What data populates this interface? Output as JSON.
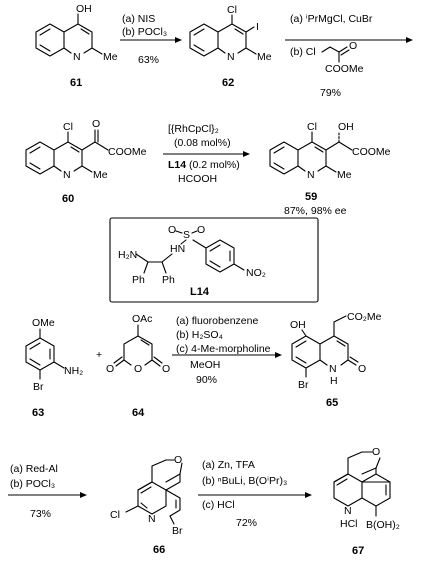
{
  "row1": {
    "cmpd61": {
      "label": "61",
      "atoms": {
        "oh": "OH",
        "n": "N",
        "me": "Me"
      }
    },
    "step1": {
      "a": "(a) NIS",
      "b": "(b) POCl₃",
      "yield": "63%"
    },
    "cmpd62": {
      "label": "62",
      "atoms": {
        "cl": "Cl",
        "i": "I",
        "n": "N",
        "me": "Me"
      }
    },
    "step2": {
      "a": "(a) ⁱPrMgCl, CuBr",
      "b": "(b) Cl",
      "b_rest": "COOMe",
      "yield": "79%"
    }
  },
  "row2": {
    "cmpd60": {
      "label": "60",
      "atoms": {
        "cl": "Cl",
        "o": "O",
        "coome": "COOMe",
        "n": "N",
        "me": "Me"
      }
    },
    "step3": {
      "cat": "[{RhCpCl}₂",
      "cat_loading": "(0.08 mol%)",
      "ligand": "L14",
      "ligand_loading": "(0.2 mol%)",
      "acid": "HCOOH"
    },
    "cmpd59": {
      "label": "59",
      "atoms": {
        "cl": "Cl",
        "oh": "OH",
        "coome": "COOMe",
        "n": "N",
        "me": "Me"
      },
      "result": "87%, 98% ee"
    }
  },
  "ligand": {
    "label": "L14",
    "atoms": {
      "s": "S",
      "o1": "O",
      "o2": "O",
      "h2n": "H₂N",
      "hn": "HN",
      "ph1": "Ph",
      "ph2": "Ph",
      "no2": "NO₂"
    }
  },
  "row3": {
    "cmpd63": {
      "label": "63",
      "atoms": {
        "ome": "OMe",
        "nh2": "NH₂",
        "br": "Br"
      }
    },
    "plus": "+",
    "cmpd64": {
      "label": "64",
      "atoms": {
        "oac": "OAc",
        "o1": "O",
        "o2": "O",
        "o3": "O"
      }
    },
    "step4": {
      "a": "(a) fluorobenzene",
      "b": "(b) H₂SO₄",
      "c": "(c) 4-Me-morpholine",
      "d": "MeOH",
      "yield": "90%"
    },
    "cmpd65": {
      "label": "65",
      "atoms": {
        "oh": "OH",
        "co2me": "CO₂Me",
        "o": "O",
        "n": "N",
        "h": "H",
        "br": "Br"
      }
    }
  },
  "row4": {
    "step5": {
      "a": "(a) Red-Al",
      "b": "(b) POCl₃",
      "yield": "73%"
    },
    "cmpd66": {
      "label": "66",
      "atoms": {
        "o": "O",
        "cl": "Cl",
        "n": "N",
        "br": "Br"
      }
    },
    "step6": {
      "a": "(a) Zn, TFA",
      "b": "(b) ⁿBuLi, B(OⁱPr)₃",
      "c": "(c) HCl",
      "yield": "72%"
    },
    "cmpd67": {
      "label": "67",
      "atoms": {
        "o": "O",
        "n": "N",
        "hcl": "HCl",
        "boh2": "B(OH)₂"
      }
    }
  }
}
